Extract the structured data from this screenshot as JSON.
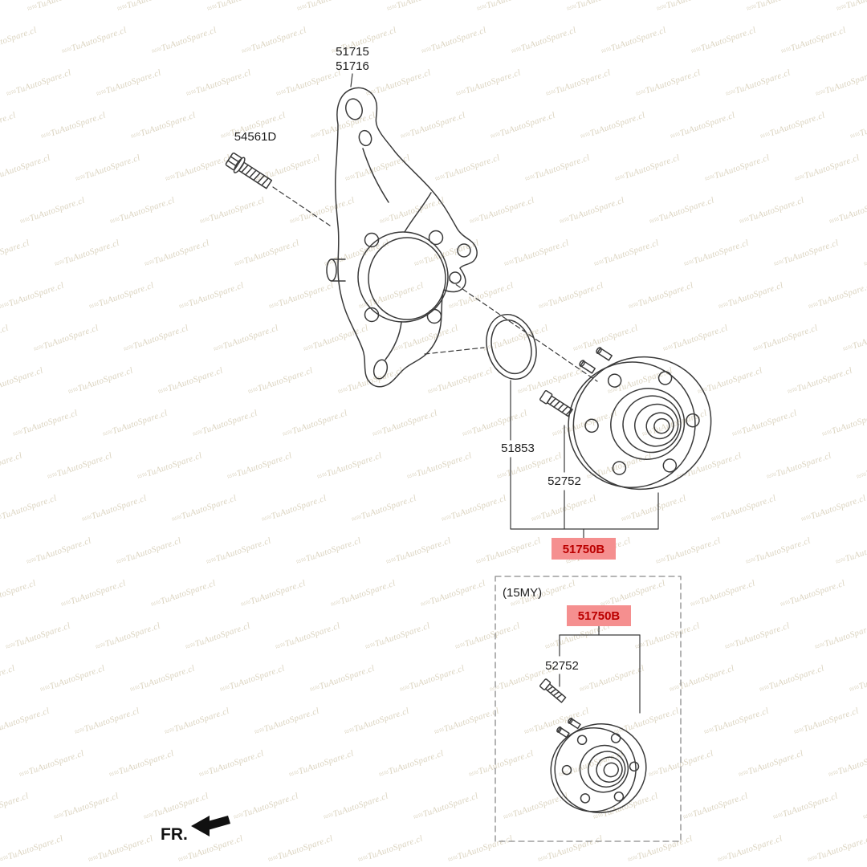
{
  "watermark": {
    "prefix": "≈≈",
    "text": "TuAutoSpare.cl"
  },
  "colors": {
    "line": "#3a3a3a",
    "label_text": "#1d1d1d",
    "highlight_bg": "#f58f8f",
    "highlight_text": "#bb0000",
    "watermark": "#c3b695",
    "box_dash": "#8a8a8a"
  },
  "parts": {
    "knuckle_a": "51715",
    "knuckle_b": "51716",
    "knuckle_bolt": "54561D",
    "ring": "51853",
    "hub_bolt": "52752",
    "hub_assembly": "51750B"
  },
  "my15": {
    "tag": "(15MY)",
    "hub_assembly": "51750B",
    "hub_bolt": "52752"
  },
  "footer": {
    "front_label": "FR."
  }
}
